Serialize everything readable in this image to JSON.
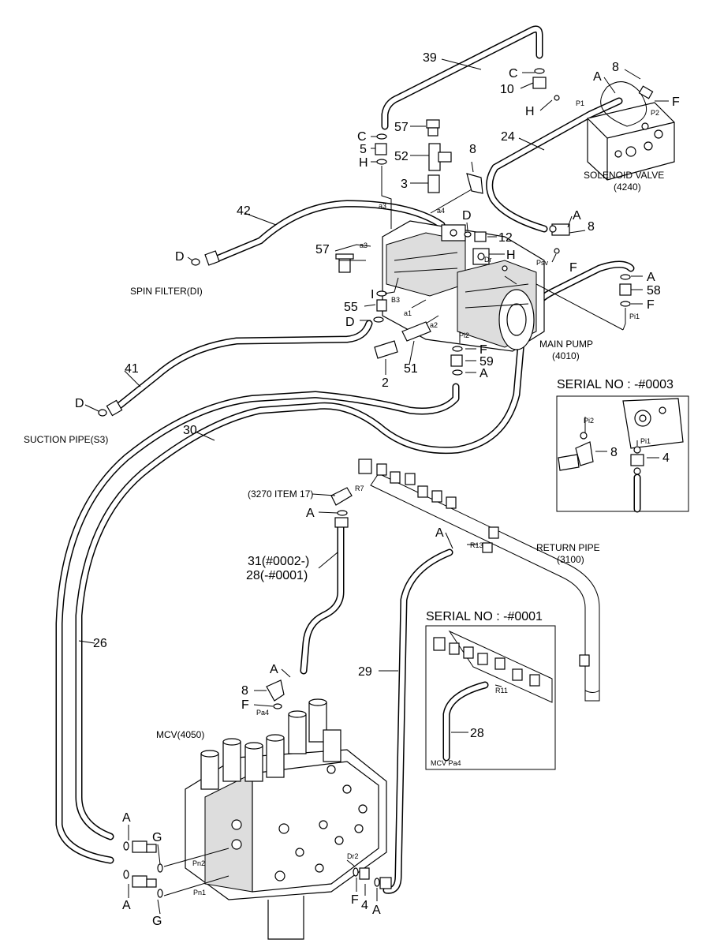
{
  "labels": {
    "p39": "39",
    "pC1": "C",
    "p10": "10",
    "pH1": "H",
    "pP1": "P1",
    "pA1": "A",
    "p8a": "8",
    "pF1": "F",
    "pP2": "P2",
    "solenoid_name": "SOLENOID VALVE",
    "solenoid_code": "(4240)",
    "p24": "24",
    "pC2": "C",
    "p5": "5",
    "pH2": "H",
    "p57a": "57",
    "p52": "52",
    "p8b": "8",
    "p3": "3",
    "pa3top": "a3",
    "pa4": "a4",
    "p42": "42",
    "pD1": "D",
    "pA2": "A",
    "p8c": "8",
    "pD2": "D",
    "p12": "12",
    "pH3": "H",
    "pDr": "Dr",
    "pPsv": "Psv",
    "pF2": "F",
    "pA3": "A",
    "p58": "58",
    "pF3": "F",
    "pPi1": "Pi1",
    "pD3": "D",
    "spin_filter": "SPIN FILTER(DI)",
    "p57b": "57",
    "pa3": "a3",
    "pI": "I",
    "pB3": "B3",
    "p55": "55",
    "pD4": "D",
    "pa1": "a1",
    "pa2": "a2",
    "pPi2": "Pi2",
    "pF4": "F",
    "p59": "59",
    "pA4": "A",
    "p51": "51",
    "p2": "2",
    "main_pump": "MAIN PUMP",
    "main_pump_code": "(4010)",
    "p41": "41",
    "pD5": "D",
    "suction_pipe": "SUCTION PIPE(S3)",
    "p30": "30",
    "p3270": "(3270 ITEM 17)",
    "pR7": "R7",
    "pA5": "A",
    "p31": "31(#0002-)",
    "p28a": "28(-#0001)",
    "pA6": "A",
    "pR13": "R13",
    "return_pipe": "RETURN PIPE",
    "return_pipe_code": "(3100)",
    "p26": "26",
    "p29": "29",
    "pA7": "A",
    "p8d": "8",
    "pF5": "F",
    "pPa4": "Pa4",
    "mcv": "MCV(4050)",
    "pA8": "A",
    "pG1": "G",
    "pPn2": "Pn2",
    "pA9": "A",
    "pG2": "G",
    "pPn1": "Pn1",
    "pDr2": "Dr2",
    "pF6": "F",
    "p4a": "4",
    "pA10": "A"
  },
  "inset1": {
    "title": "SERIAL NO : -#0003",
    "pPi2": "Pi2",
    "pPi1": "Pi1",
    "p8": "8",
    "p4": "4"
  },
  "inset2": {
    "title": "SERIAL NO : -#0001",
    "pR11": "R11",
    "p28": "28",
    "mcv_port": "MCV  Pa4"
  }
}
